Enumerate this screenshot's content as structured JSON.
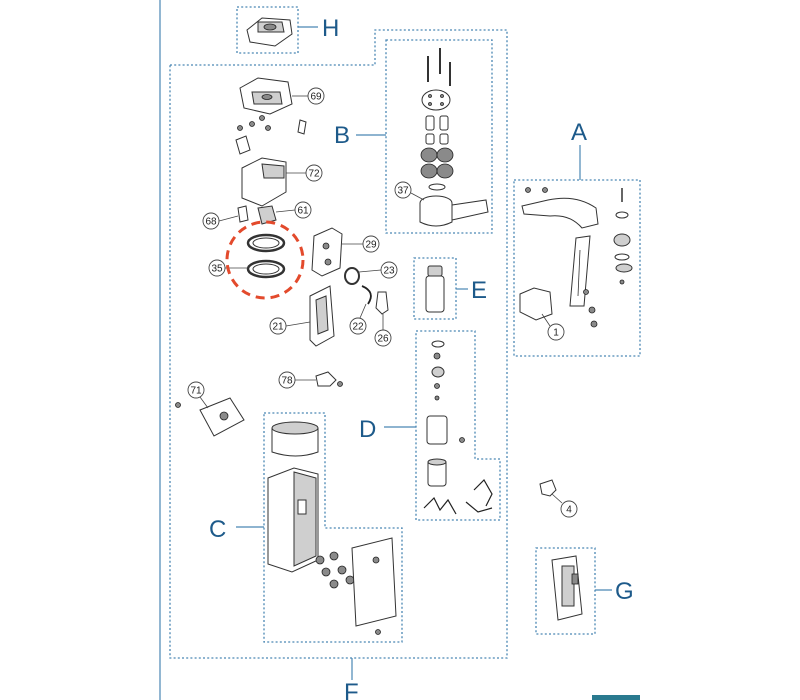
{
  "groups": {
    "A": "A",
    "B": "B",
    "C": "C",
    "D": "D",
    "E": "E",
    "F": "F",
    "G": "G",
    "H": "H"
  },
  "callouts": {
    "c69": "69",
    "c72": "72",
    "c68": "68",
    "c61": "61",
    "c35": "35",
    "c29": "29",
    "c23": "23",
    "c22": "22",
    "c26": "26",
    "c21": "21",
    "c37": "37",
    "c1": "1",
    "c78": "78",
    "c71": "71",
    "c4": "4"
  },
  "colors": {
    "accent": "#1d5a8a",
    "group_border": "#4a87b3",
    "highlight": "#e34a2c"
  }
}
